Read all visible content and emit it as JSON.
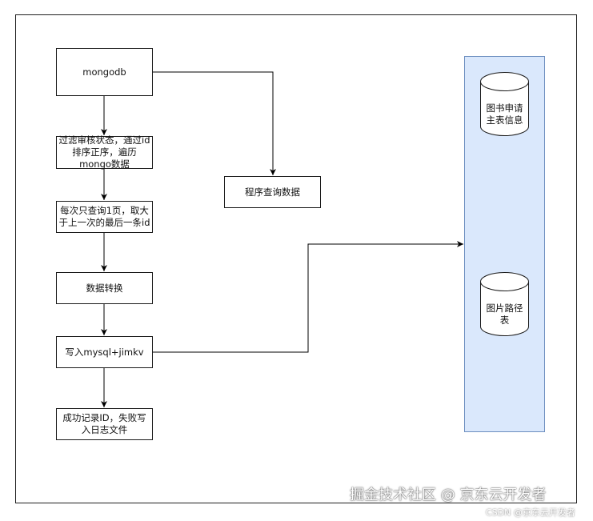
{
  "nodes": {
    "mongodb": "mongodb",
    "filter": "过滤审核状态，通过id\n排序正序，遍历\nmongo数据",
    "query_page": "每次只查询1页，取大\n于上一次的最后一条id",
    "convert": "数据转换",
    "write": "写入mysql+jimkv",
    "log": "成功记录ID，失败写\n入日志文件",
    "program_query": "程序查询数据"
  },
  "databases": {
    "book_main": "图书申请\n主表信息",
    "image_path": "图片路径\n表"
  },
  "watermark": {
    "main": "掘金技术社区 @ 京东云开发者",
    "sub": "CSDN @京东云开发者"
  },
  "colors": {
    "group_fill": "#dae8fc",
    "group_stroke": "#6c8ebf",
    "stroke": "#000000"
  }
}
